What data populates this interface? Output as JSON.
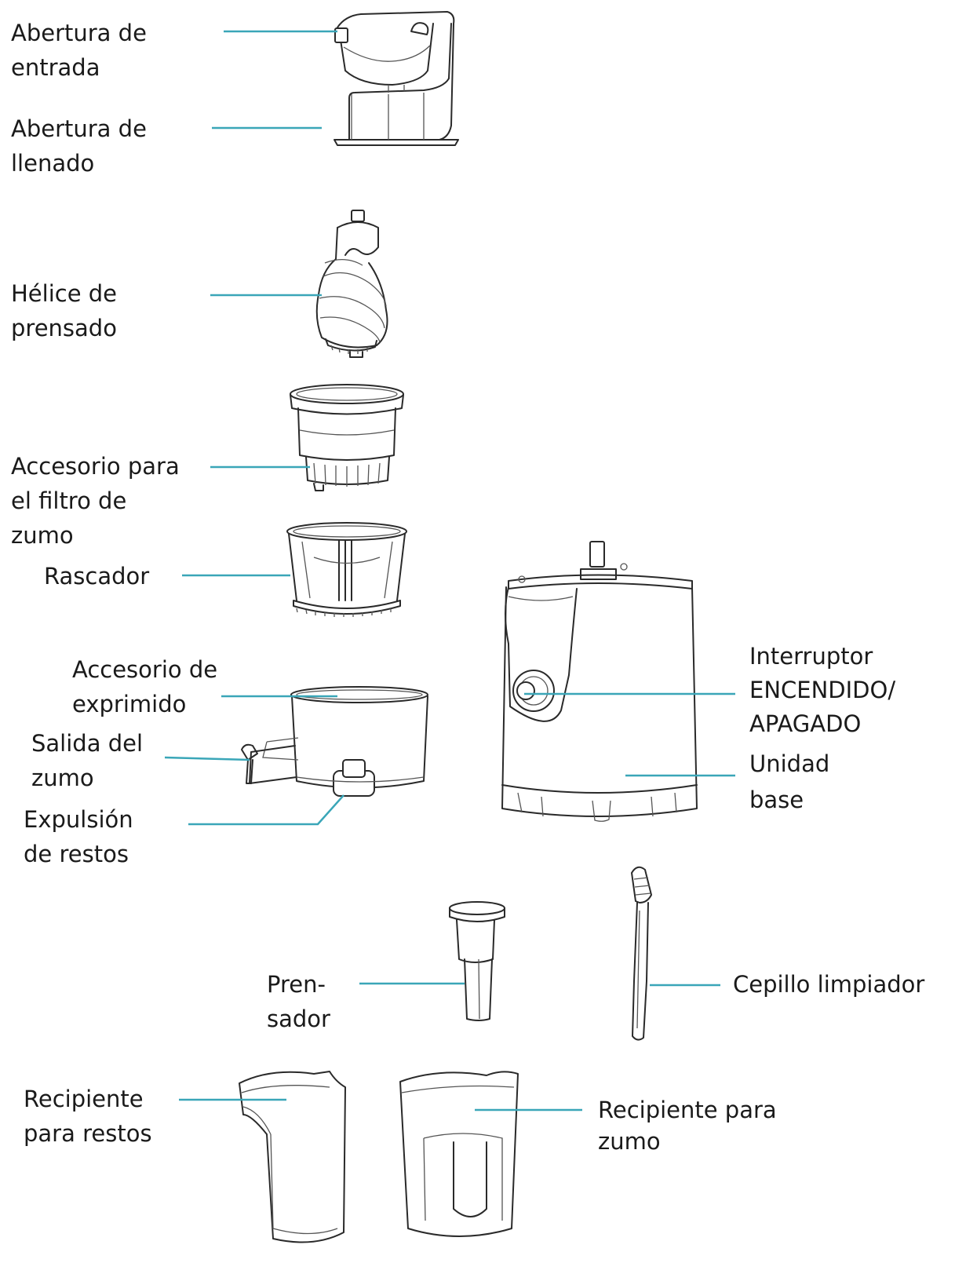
{
  "labels": {
    "inlet_opening": "Abertura de\nentrada",
    "filling_opening": "Abertura de\nllenado",
    "pressing_screw": "Hélice de\nprensado",
    "filter_attachment": "Accesorio para\nel filtro de\nzumo",
    "scraper": "Rascador",
    "squeezing_attachment": "Accesorio de\nexprimido",
    "juice_outlet": "Salida del\nzumo",
    "pulp_ejection": "Expulsión\nde restos",
    "power_switch": "Interruptor\nENCENDIDO/\nAPAGADO",
    "base_unit": "Unidad\nbase",
    "pusher": "Pren-\nsador",
    "cleaning_brush": "Cepillo limpiador",
    "pulp_container": "Recipiente\npara restos",
    "juice_container": "Recipiente para\nzumo"
  },
  "colors": {
    "leader_line": "#3aa6b8",
    "drawing": "#2a2a2a",
    "text": "#1a1a1a"
  }
}
